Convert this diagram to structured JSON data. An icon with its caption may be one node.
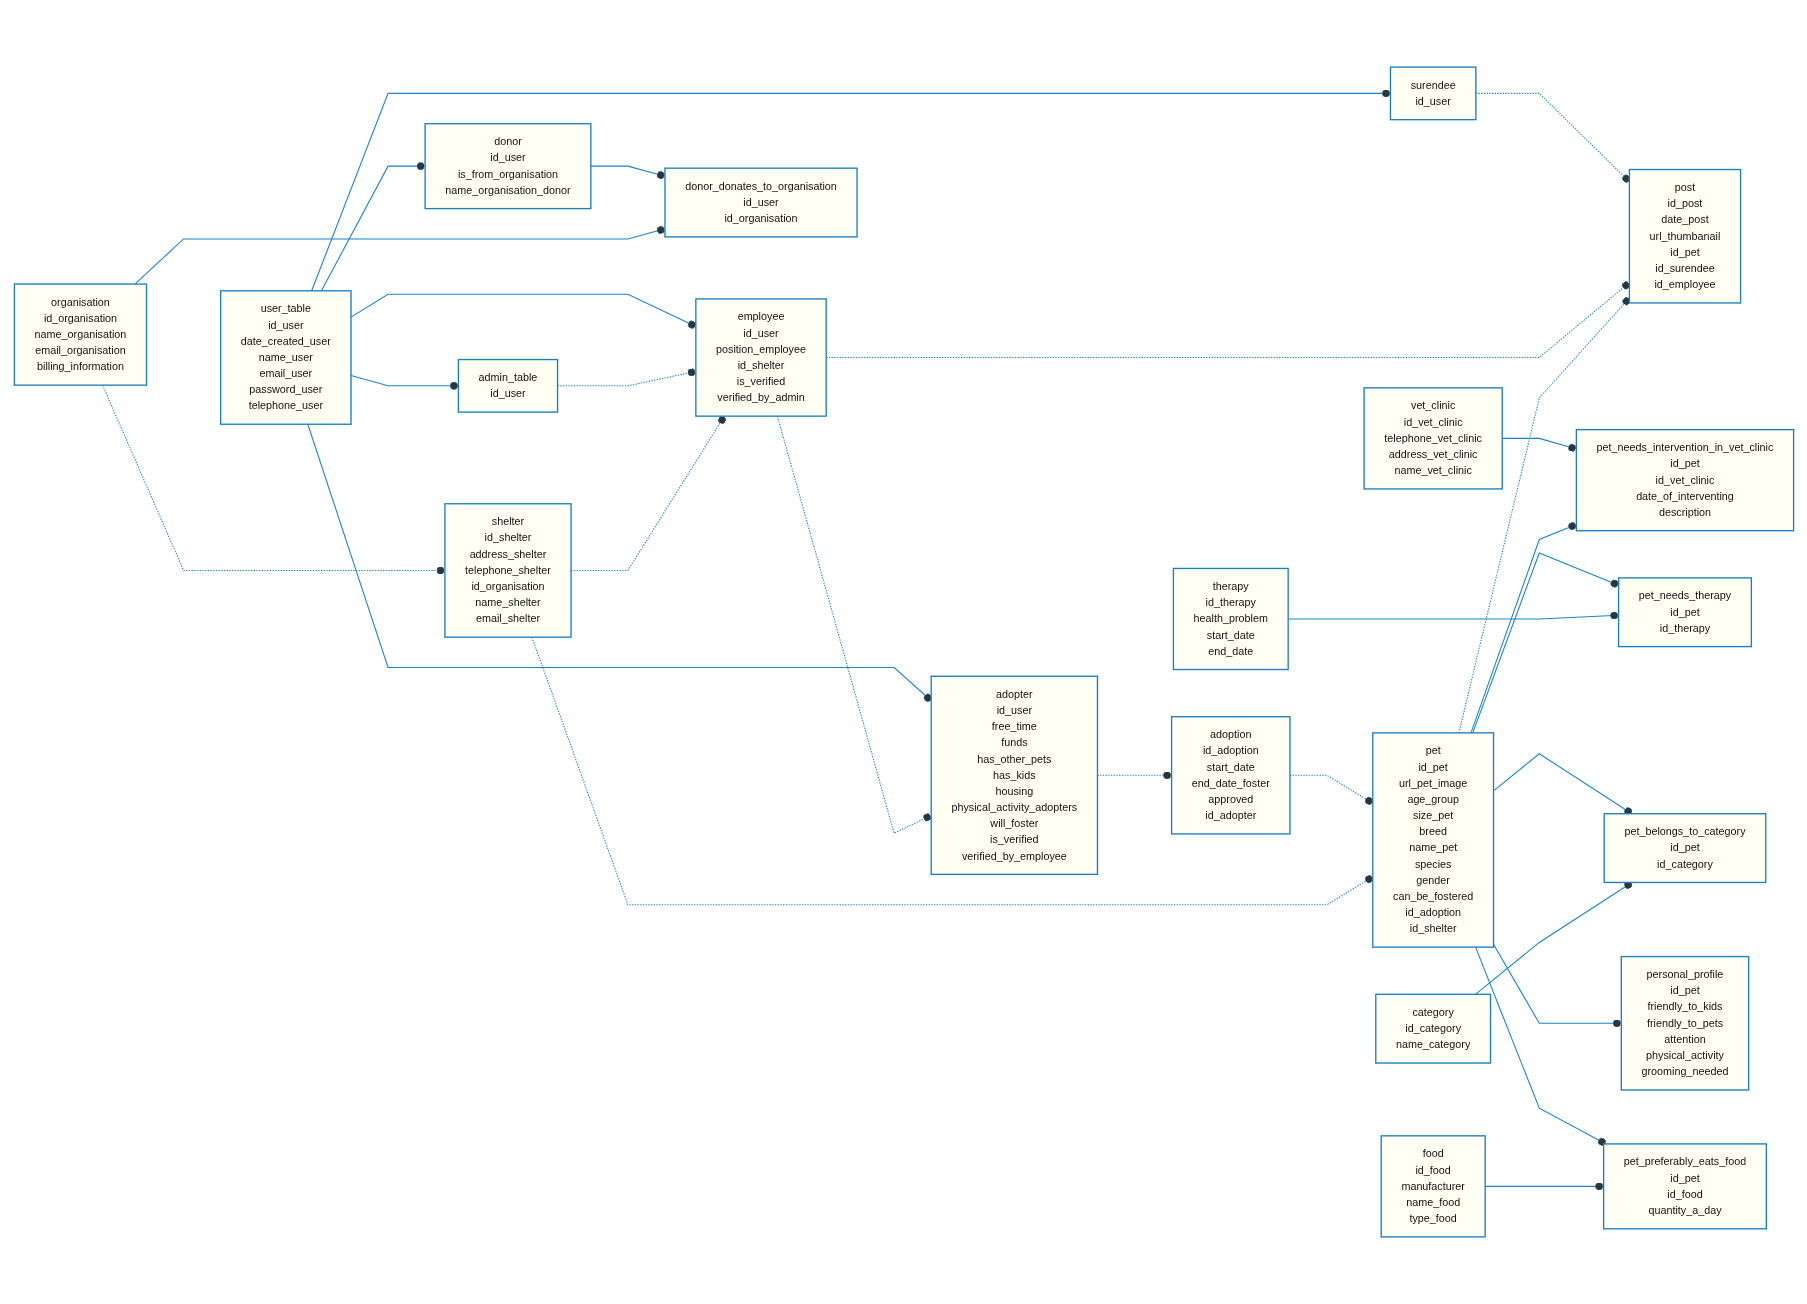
{
  "diagram": {
    "nodes": [
      {
        "text": [
          "user_table",
          "id_user",
          "date_created_user",
          "name_user",
          "email_user",
          "password_user",
          "telephone_user"
        ]
      },
      {
        "text": [
          "admin_table",
          "id_user"
        ]
      },
      {
        "text": [
          "adopter",
          "id_user",
          "free_time",
          "funds",
          "has_other_pets",
          "has_kids",
          "housing",
          "physical_activity_adopters",
          "will_foster",
          "is_verified",
          "verified_by_employee"
        ]
      },
      {
        "text": [
          "donor",
          "id_user",
          "is_from_organisation",
          "name_organisation_donor"
        ]
      },
      {
        "text": [
          "employee",
          "id_user",
          "position_employee",
          "id_shelter",
          "is_verified",
          "verified_by_admin"
        ]
      },
      {
        "text": [
          "surendee",
          "id_user"
        ]
      },
      {
        "text": [
          "post",
          "id_post",
          "date_post",
          "url_thumbanail",
          "id_pet",
          "id_surendee",
          "id_employee"
        ]
      },
      {
        "text": [
          "donor_donates_to_organisation",
          "id_user",
          "id_organisation"
        ]
      },
      {
        "text": [
          "adoption",
          "id_adoption",
          "start_date",
          "end_date_foster",
          "approved",
          "id_adopter"
        ]
      },
      {
        "text": [
          "shelter",
          "id_shelter",
          "address_shelter",
          "telephone_shelter",
          "id_organisation",
          "name_shelter",
          "email_shelter"
        ]
      },
      {
        "text": [
          "organisation",
          "id_organisation",
          "name_organisation",
          "email_organisation",
          "billing_information"
        ]
      },
      {
        "text": [
          "vet_clinic",
          "id_vet_clinic",
          "telephone_vet_clinic",
          "address_vet_clinic",
          "name_vet_clinic"
        ]
      },
      {
        "text": [
          "pet_needs_intervention_in_vet_clinic",
          "id_pet",
          "id_vet_clinic",
          "date_of_interventing",
          "description"
        ]
      },
      {
        "text": [
          "pet",
          "id_pet",
          "url_pet_image",
          "age_group",
          "size_pet",
          "breed",
          "name_pet",
          "species",
          "gender",
          "can_be_fostered",
          "id_adoption",
          "id_shelter"
        ]
      },
      {
        "text": [
          "pet_belongs_to_category",
          "id_pet",
          "id_category"
        ]
      },
      {
        "text": [
          "category",
          "id_category",
          "name_category"
        ]
      },
      {
        "text": [
          "therapy",
          "id_therapy",
          "health_problem",
          "start_date",
          "end_date"
        ]
      },
      {
        "text": [
          "pet_needs_therapy",
          "id_pet",
          "id_therapy"
        ]
      },
      {
        "text": [
          "personal_profile",
          "id_pet",
          "friendly_to_kids",
          "friendly_to_pets",
          "attention",
          "physical_activity",
          "grooming_needed"
        ]
      },
      {
        "text": [
          "pet_preferably_eats_food",
          "id_pet",
          "id_food",
          "quantity_a_day"
        ]
      },
      {
        "text": [
          "food",
          "id_food",
          "manufacturer",
          "name_food",
          "type_food"
        ]
      }
    ],
    "edges": [
      {
        "from": 0,
        "to": 1,
        "arrow": "other"
      },
      {
        "from": 0,
        "to": 2,
        "arrow": "other"
      },
      {
        "from": 0,
        "to": 3,
        "arrow": "other"
      },
      {
        "from": 0,
        "to": 4,
        "arrow": "other"
      },
      {
        "from": 0,
        "to": 5,
        "arrow": "other"
      },
      {
        "from": 4,
        "to": 2,
        "arrow": "other",
        "style": "dashed"
      },
      {
        "from": 1,
        "to": 4,
        "arrow": "other",
        "style": "dashed"
      },
      {
        "from": 5,
        "to": 6,
        "arrow": "other",
        "style": "dashed"
      },
      {
        "from": 4,
        "to": 6,
        "arrow": "other",
        "style": "dashed"
      },
      {
        "from": 9,
        "to": 4,
        "arrow": "other",
        "style": "dashed"
      },
      {
        "from": 2,
        "to": 8,
        "arrow": "other",
        "style": "dashed"
      },
      {
        "from": 8,
        "to": 13,
        "arrow": "other",
        "style": "dashed"
      },
      {
        "from": 13,
        "to": 6,
        "arrow": "other",
        "style": "dashed"
      },
      {
        "from": 9,
        "to": 13,
        "arrow": "other",
        "style": "dashed"
      },
      {
        "from": 10,
        "to": 9,
        "arrow": "other",
        "style": "dashed"
      },
      {
        "from": 3,
        "to": 7,
        "arrow": "other"
      },
      {
        "from": 10,
        "to": 7,
        "arrow": "other"
      },
      {
        "from": 11,
        "to": 12,
        "arrow": "other"
      },
      {
        "from": 13,
        "to": 12,
        "arrow": "other"
      },
      {
        "from": 13,
        "to": 17,
        "arrow": "other"
      },
      {
        "from": 16,
        "to": 17,
        "arrow": "other"
      },
      {
        "from": 13,
        "to": 14,
        "arrow": "other"
      },
      {
        "from": 15,
        "to": 14,
        "arrow": "other"
      },
      {
        "from": 13,
        "to": 18,
        "arrow": "other"
      },
      {
        "from": 13,
        "to": 19,
        "arrow": "other"
      },
      {
        "from": 20,
        "to": 19,
        "arrow": "other"
      }
    ]
  }
}
